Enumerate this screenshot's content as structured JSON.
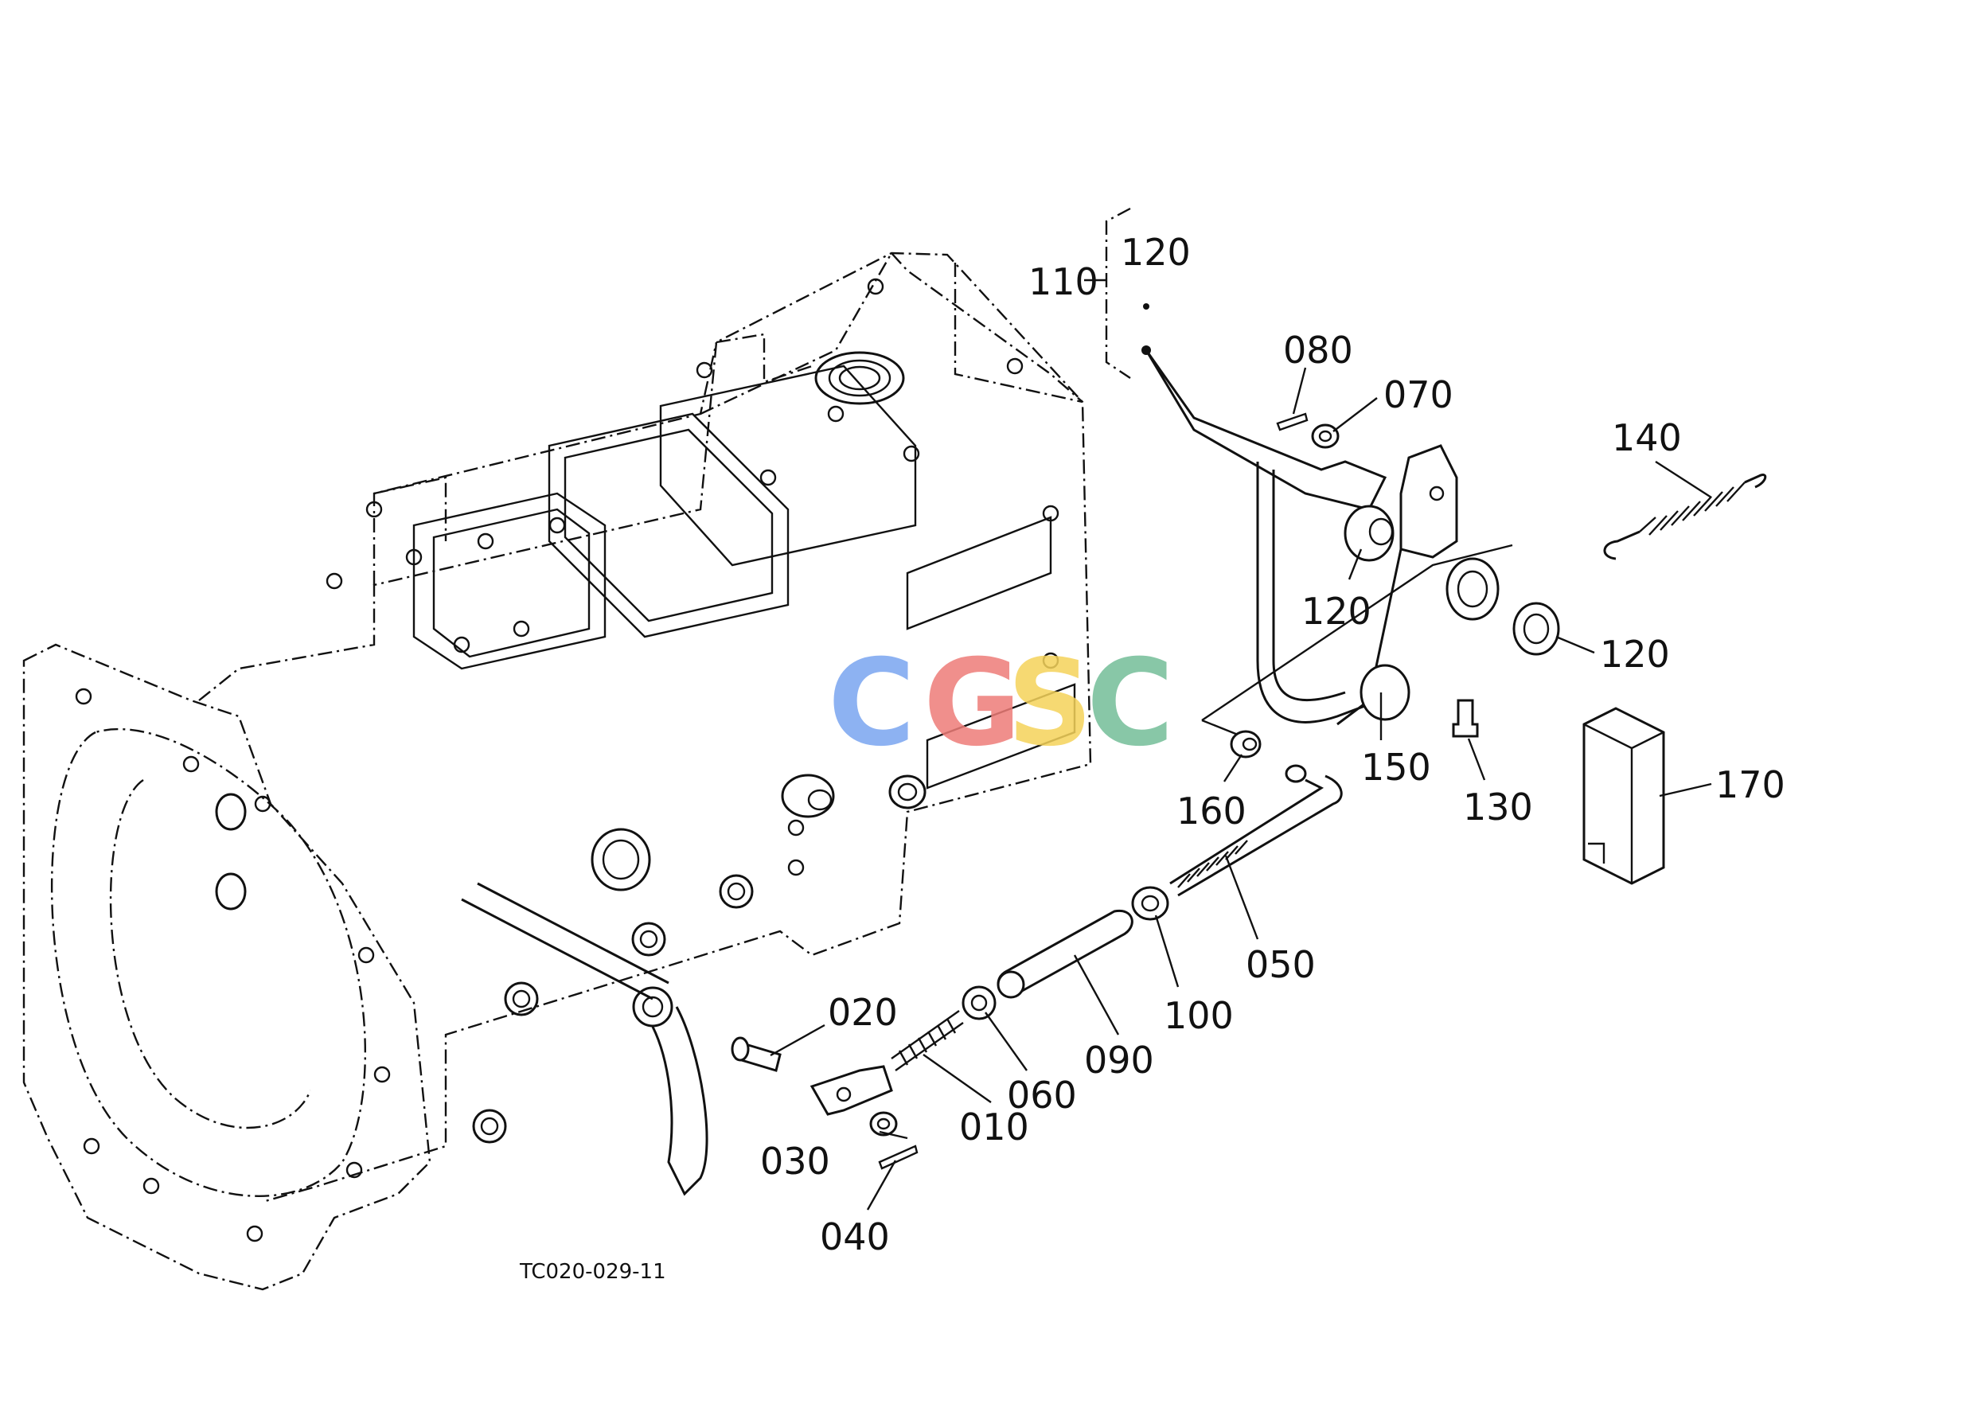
{
  "diagram_code": "TC020-029-11",
  "watermark": {
    "letters": [
      "C",
      "G",
      "S",
      "C"
    ],
    "colors": [
      "#7aa5f0",
      "#ee7c78",
      "#f5d35a",
      "#74be98"
    ]
  },
  "callouts": {
    "c010": "010",
    "c020": "020",
    "c030": "030",
    "c040": "040",
    "c050": "050",
    "c060": "060",
    "c070": "070",
    "c080": "080",
    "c090": "090",
    "c100": "100",
    "c110": "110",
    "c120_top": "120",
    "c120_mid": "120",
    "c120_right": "120",
    "c130": "130",
    "c140": "140",
    "c150": "150",
    "c160": "160",
    "c170": "170"
  }
}
